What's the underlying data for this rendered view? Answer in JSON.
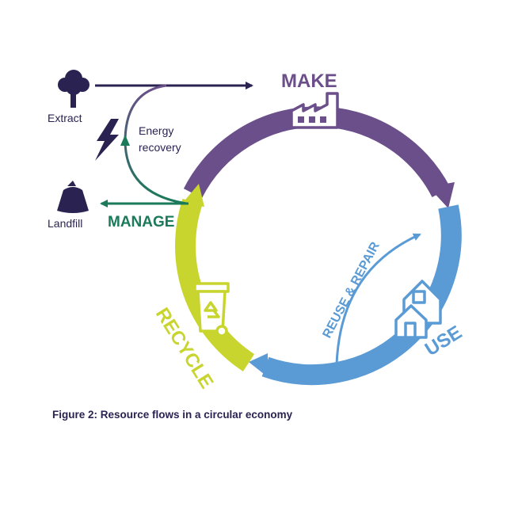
{
  "labels": {
    "extract": "Extract",
    "energy_line1": "Energy",
    "energy_line2": "recovery",
    "landfill": "Landfill",
    "manage": "MANAGE",
    "make": "MAKE",
    "use": "USE",
    "recycle": "RECYCLE",
    "reuse_repair": "REUSE & REPAIR"
  },
  "caption": "Figure 2: Resource flows in a circular economy",
  "colors": {
    "make": "#6b4f8a",
    "use": "#5b9bd5",
    "recycle": "#c8d52e",
    "manage": "#1a7a5a",
    "navy": "#2a2352"
  },
  "icons": [
    "tree-icon",
    "lightning-icon",
    "rubbish-bag-icon",
    "factory-icon",
    "house-icon",
    "recycling-bin-icon"
  ]
}
